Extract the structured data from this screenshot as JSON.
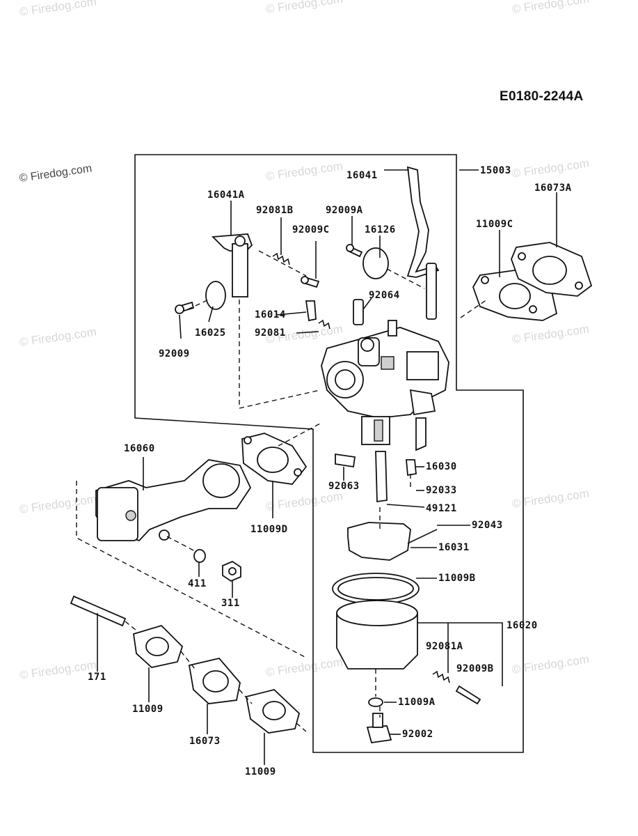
{
  "diagram": {
    "code": "E0180-2244A",
    "watermark": "© Firedog.com"
  },
  "labels": {
    "p15003": "15003",
    "p16041": "16041",
    "p16073A": "16073A",
    "p16041A": "16041A",
    "p92081B": "92081B",
    "p92009A": "92009A",
    "p92009C": "92009C",
    "p16126": "16126",
    "p11009C": "11009C",
    "p92064": "92064",
    "p16014": "16014",
    "p92081": "92081",
    "p16025": "16025",
    "p92009": "92009",
    "p16060": "16060",
    "p11009D": "11009D",
    "p16030": "16030",
    "p92063": "92063",
    "p92033": "92033",
    "p49121": "49121",
    "p92043": "92043",
    "p16031": "16031",
    "p411": "411",
    "p311": "311",
    "p11009B": "11009B",
    "p16020": "16020",
    "p92081A": "92081A",
    "p92009B": "92009B",
    "p171": "171",
    "p11009_a": "11009",
    "p11009A": "11009A",
    "p16073": "16073",
    "p92002": "92002",
    "p11009_b": "11009"
  }
}
